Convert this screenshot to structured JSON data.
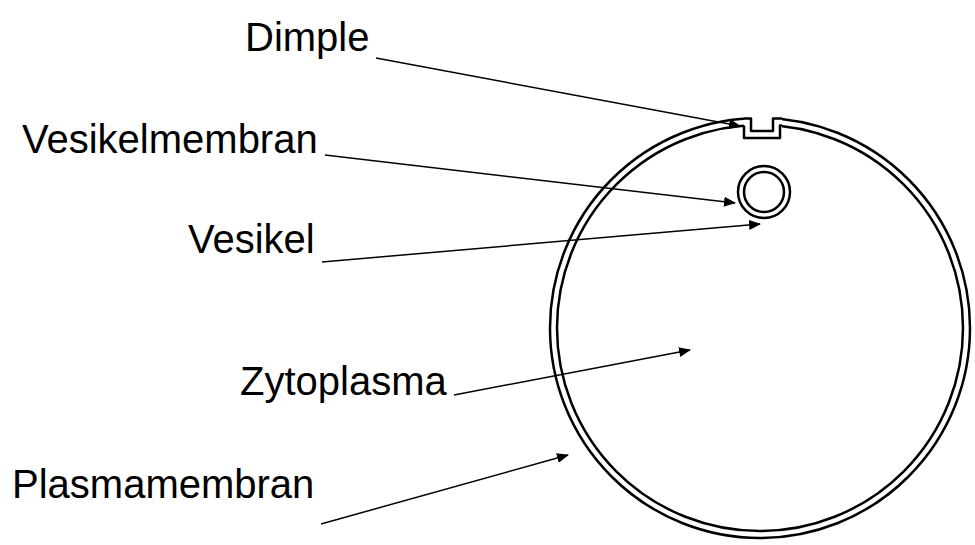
{
  "diagram": {
    "labels": [
      "Dimple",
      "Vesikelmembran",
      "Vesikel",
      "Zytoplasma",
      "Plasmamembran"
    ]
  }
}
